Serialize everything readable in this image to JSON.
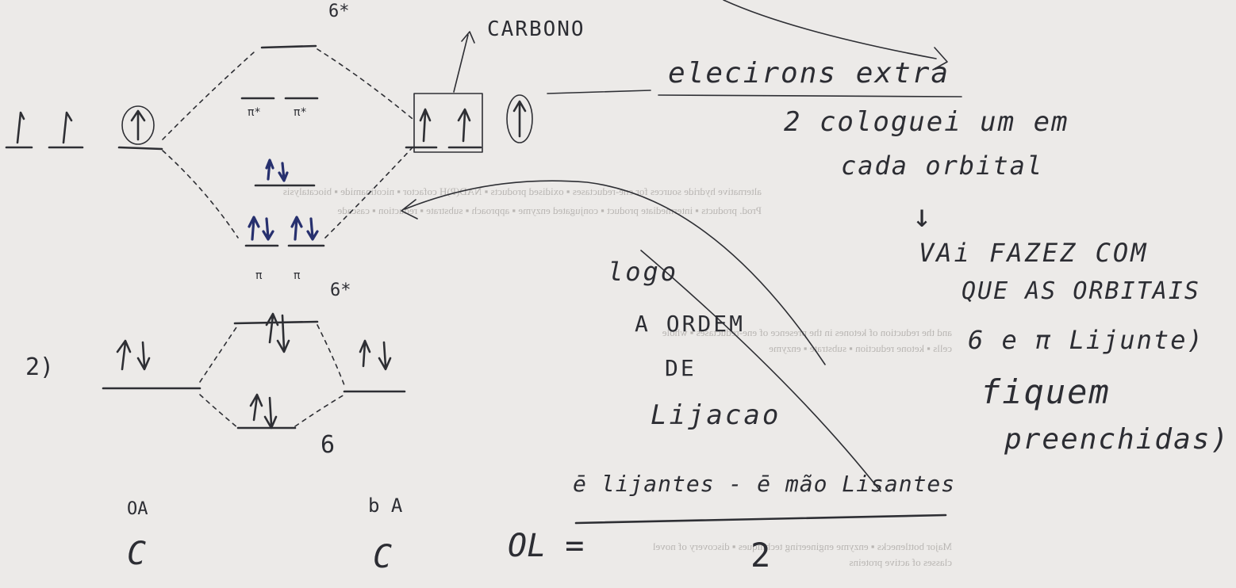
{
  "labels": {
    "sigma_star_top": "6*",
    "pi_star_1": "π*",
    "pi_star_2": "π*",
    "pi_1": "π",
    "pi_2": "π",
    "carbono": "CARBONO",
    "electrons_extra": "elecirons extra",
    "note_1": "2 cologuei um em",
    "note_2": "cada orbital",
    "note_arrow": "↓",
    "note_3": "VAi FAZEZ COM",
    "note_4": "QUE AS ORBITAIS",
    "note_5": "6 e π Lijunte)",
    "note_6": "fiquem",
    "note_7": "preenchidas)",
    "logo_1": "logo",
    "logo_2": "A ORDEM",
    "logo_3": "DE",
    "logo_4": "Lijacao",
    "section_2": "2)",
    "sigma_star_mid": "6*",
    "sigma_mid": "6",
    "oa": "OA",
    "oa_atom": "C",
    "ob_label": "b A",
    "ob_atom": "C",
    "formula_lhs": "OL =",
    "formula_num": "ē lijantes - ē mão Lisantes",
    "formula_den": "2"
  }
}
